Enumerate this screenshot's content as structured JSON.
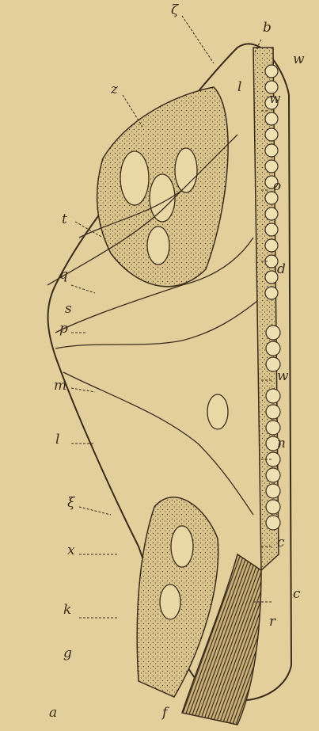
{
  "figure": {
    "background": "#e2cf9c",
    "ink": "#3a2c1a",
    "tissue_fill": "#d9c48d",
    "labels": {
      "a": "a",
      "b": "b",
      "c": "c",
      "d": "d",
      "f": "f",
      "g": "g",
      "k": "k",
      "l": "l",
      "m": "m",
      "n": "n",
      "o": "o",
      "p": "p",
      "q": "q",
      "r": "r",
      "s": "s",
      "t": "t",
      "w": "w",
      "x": "x",
      "z": "z",
      "xi": "ξ",
      "zeta": "ζ"
    }
  }
}
